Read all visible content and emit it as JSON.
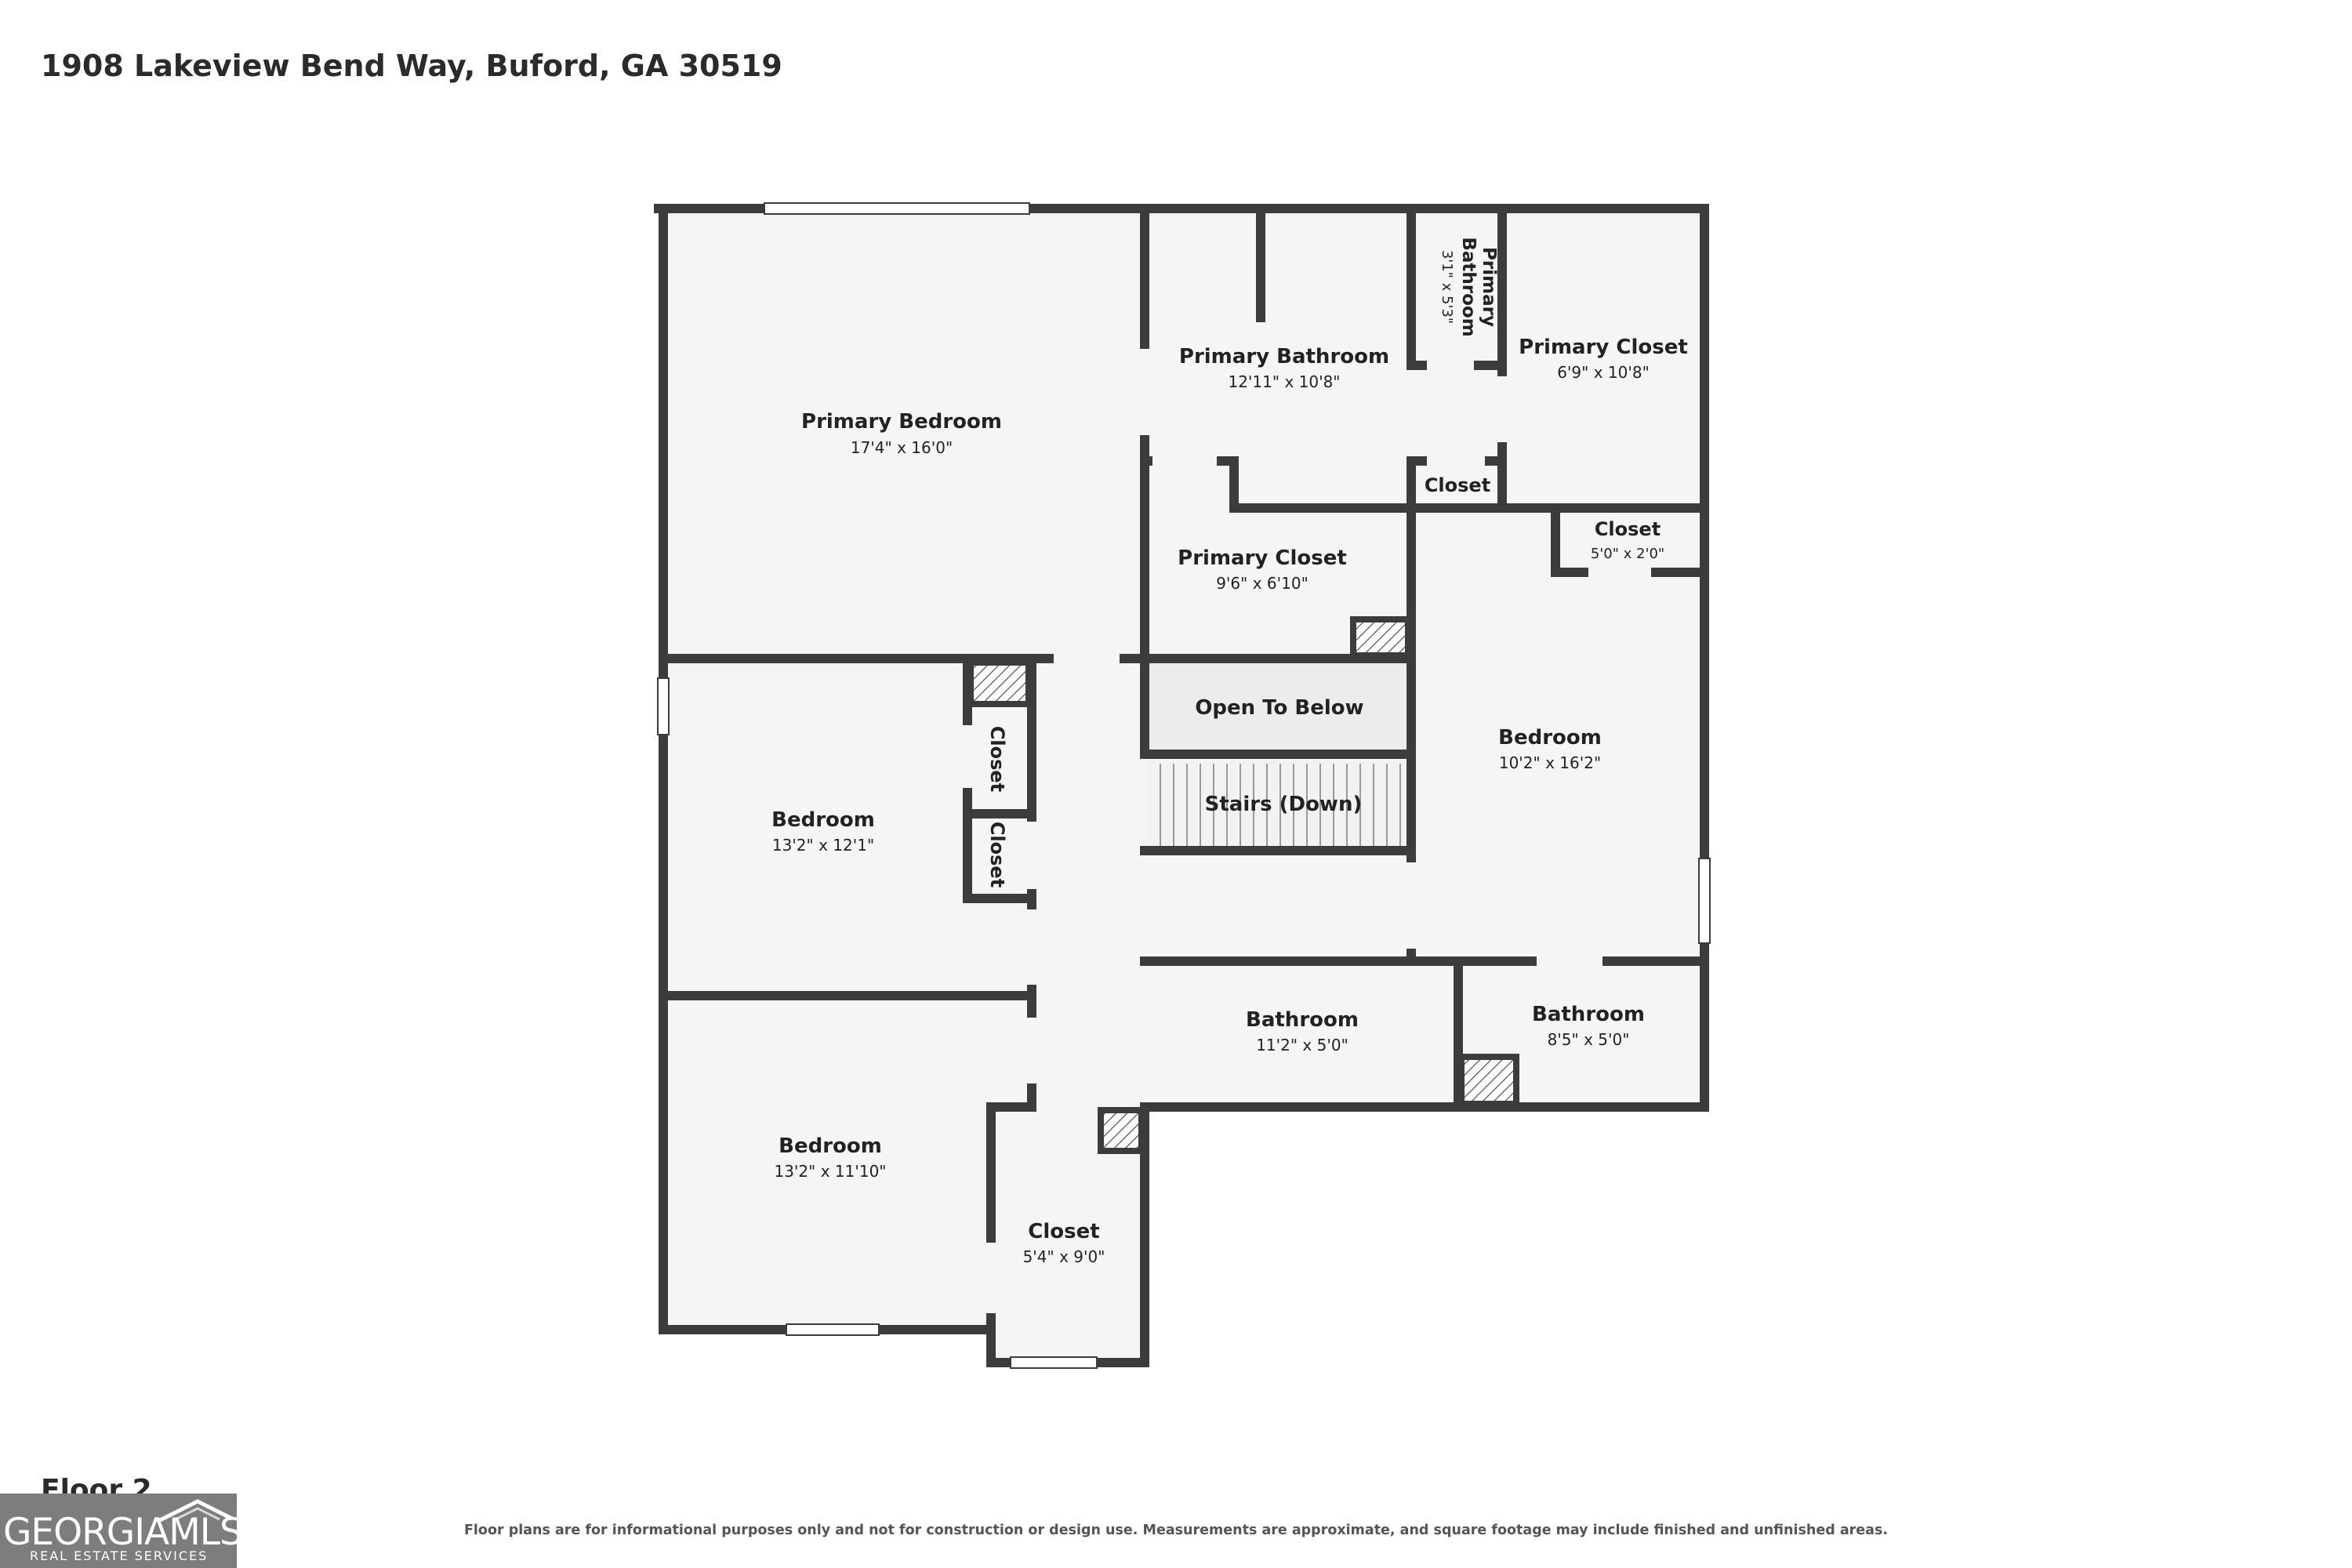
{
  "address": "1908 Lakeview Bend Way, Buford, GA 30519",
  "floor_label": "Floor 2",
  "disclaimer": "Floor plans are for informational purposes only and not for construction or design use. Measurements are approximate, and square footage may include finished and unfinished areas.",
  "logo": {
    "main": "GEORGIAMLS",
    "sub": "REAL ESTATE SERVICES"
  },
  "colors": {
    "wall": "#3c3c3c",
    "floor": "#f5f5f5",
    "open_area": "#ececec",
    "text": "#222222",
    "logo_bg": "#7d7d7d"
  },
  "rooms": {
    "primary_bedroom": {
      "name": "Primary Bedroom",
      "dims": "17'4\" x 16'0\""
    },
    "primary_bathroom": {
      "name": "Primary Bathroom",
      "dims": "12'11\" x 10'8\""
    },
    "primary_bathroom_small": {
      "name_line1": "Primary",
      "name_line2": "Bathroom",
      "dims": "3'1\" x 5'3\""
    },
    "primary_closet_right": {
      "name": "Primary Closet",
      "dims": "6'9\" x 10'8\""
    },
    "closet_small_top": {
      "name": "Closet"
    },
    "primary_closet_mid": {
      "name": "Primary Closet",
      "dims": "9'6\" x 6'10\""
    },
    "closet_right_top": {
      "name": "Closet",
      "dims": "5'0\" x 2'0\""
    },
    "open_to_below": {
      "name": "Open To Below"
    },
    "stairs": {
      "name": "Stairs (Down)"
    },
    "bedroom_right": {
      "name": "Bedroom",
      "dims": "10'2\" x 16'2\""
    },
    "bedroom_left_mid": {
      "name": "Bedroom",
      "dims": "13'2\" x 12'1\""
    },
    "closet_vertical_1": {
      "name": "Closet"
    },
    "closet_vertical_2": {
      "name": "Closet"
    },
    "bathroom_mid": {
      "name": "Bathroom",
      "dims": "11'2\" x 5'0\""
    },
    "bathroom_right": {
      "name": "Bathroom",
      "dims": "8'5\" x 5'0\""
    },
    "bedroom_left_bottom": {
      "name": "Bedroom",
      "dims": "13'2\" x 11'10\""
    },
    "closet_bottom": {
      "name": "Closet",
      "dims": "5'4\" x 9'0\""
    }
  }
}
